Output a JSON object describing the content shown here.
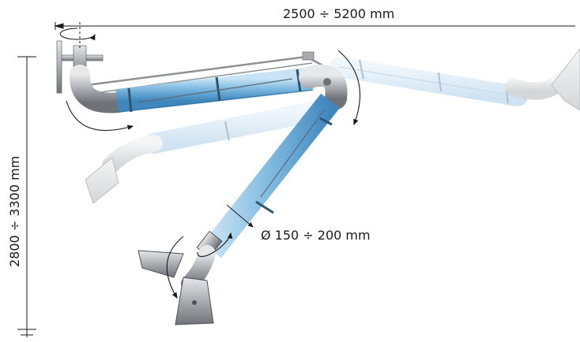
{
  "dimensions": {
    "horizontal_reach": "2500 ÷ 5200 mm",
    "vertical_height": "2800 ÷ 3300 mm",
    "tube_diameter": "Ø 150 ÷ 200 mm"
  },
  "colors": {
    "tube_blue": "#8fc4e6",
    "tube_ghost": "#dcecf7",
    "metal": "#b9bcc0",
    "frame": "#8d9094",
    "line": "#1a1a1a"
  }
}
